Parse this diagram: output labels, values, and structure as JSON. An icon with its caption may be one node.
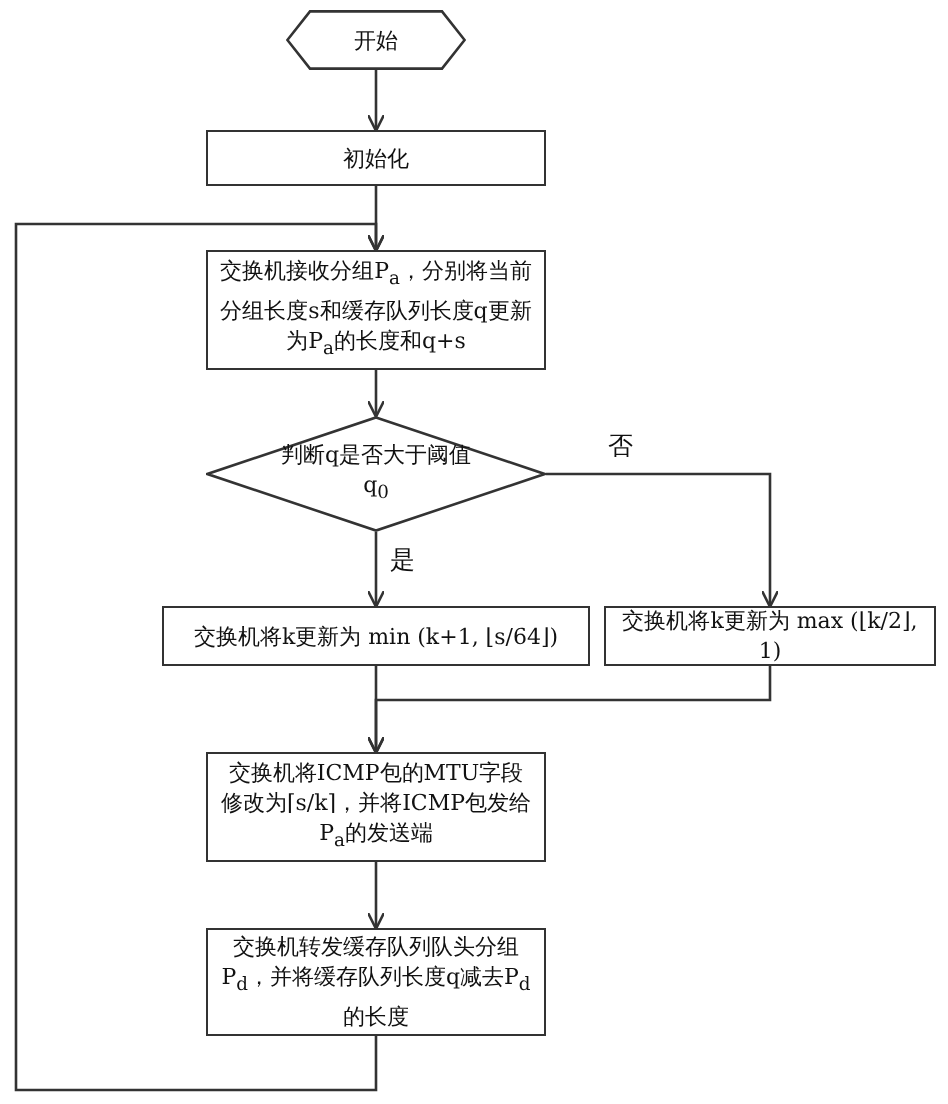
{
  "diagram": {
    "nodes": [
      {
        "text": [
          "开始"
        ]
      },
      {
        "text": [
          "初始化"
        ]
      },
      {
        "text": [
          "交换机接收分组P$_{a}$，分别将当前分组长度s和缓存队列长度q更新为P$_{a}$的长度和q+s"
        ]
      },
      {
        "text": [
          "判断q是否大于阈值q$_{0}$"
        ]
      },
      {
        "text": [
          "交换机将k更新为 min (k+1, ⌊s/64⌋)"
        ]
      },
      {
        "text": [
          "交换机将k更新为 max (⌊k/2⌋, 1)"
        ]
      },
      {
        "text": [
          "交换机将ICMP包的MTU字段修改为⌈s/k⌉，并将ICMP包发给P$_{a}$的发送端"
        ]
      },
      {
        "text": [
          "交换机转发缓存队列队头分组P$_{d}$，并将缓存队列长度q减去P$_{d}$的长度"
        ]
      }
    ],
    "edges": [
      {
        "from": 0,
        "to": 1,
        "arrow": "to"
      },
      {
        "from": 1,
        "to": 2,
        "arrow": "to"
      },
      {
        "from": 2,
        "to": 3,
        "arrow": "to"
      },
      {
        "from": 3,
        "to": 4,
        "arrow": "to",
        "label": "是"
      },
      {
        "from": 3,
        "to": 5,
        "arrow": "to",
        "label": "否"
      },
      {
        "from": 4,
        "to": 6,
        "arrow": "to"
      },
      {
        "from": 5,
        "to": 6,
        "arrow": "to"
      },
      {
        "from": 6,
        "to": 7,
        "arrow": "to"
      },
      {
        "from": 7,
        "to": 2,
        "arrow": "to"
      }
    ]
  }
}
